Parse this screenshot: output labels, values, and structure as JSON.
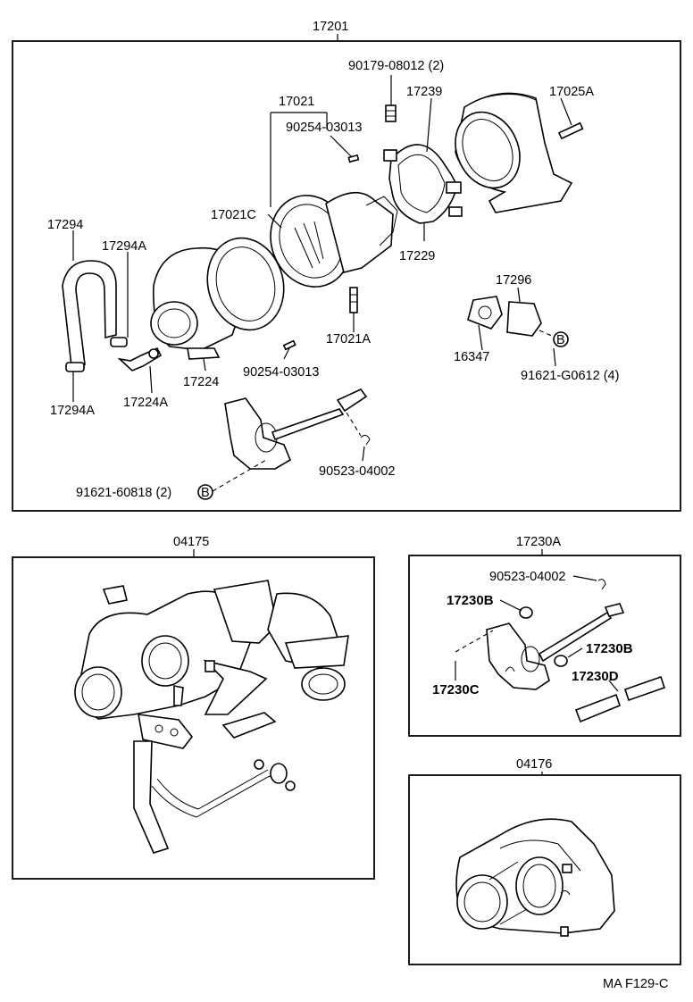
{
  "groups": {
    "main": {
      "number": "17201"
    },
    "assy_04175": {
      "number": "04175"
    },
    "actuator_17230A": {
      "number": "17230A"
    },
    "assy_04176": {
      "number": "04176"
    }
  },
  "labels": {
    "p90179": "90179-08012 (2)",
    "p17239": "17239",
    "p17025A": "17025A",
    "p17021": "17021",
    "p90254_top": "90254-03013",
    "p17021C": "17021C",
    "p17294": "17294",
    "p17294A_top": "17294A",
    "p17229": "17229",
    "p17296": "17296",
    "p16347": "16347",
    "p91621_g": "91621-G0612 (4)",
    "p17021A": "17021A",
    "p90254_bot": "90254-03013",
    "p17224": "17224",
    "p17224A": "17224A",
    "p17294A_bot": "17294A",
    "p90523_main": "90523-04002",
    "p91621_6": "91621-60818 (2)",
    "p90523_sub": "90523-04002",
    "p17230B_a": "17230B",
    "p17230B_b": "17230B",
    "p17230C": "17230C",
    "p17230D": "17230D",
    "ref_b1": "B",
    "ref_b2": "B"
  },
  "figure_code": "MA F129-C"
}
